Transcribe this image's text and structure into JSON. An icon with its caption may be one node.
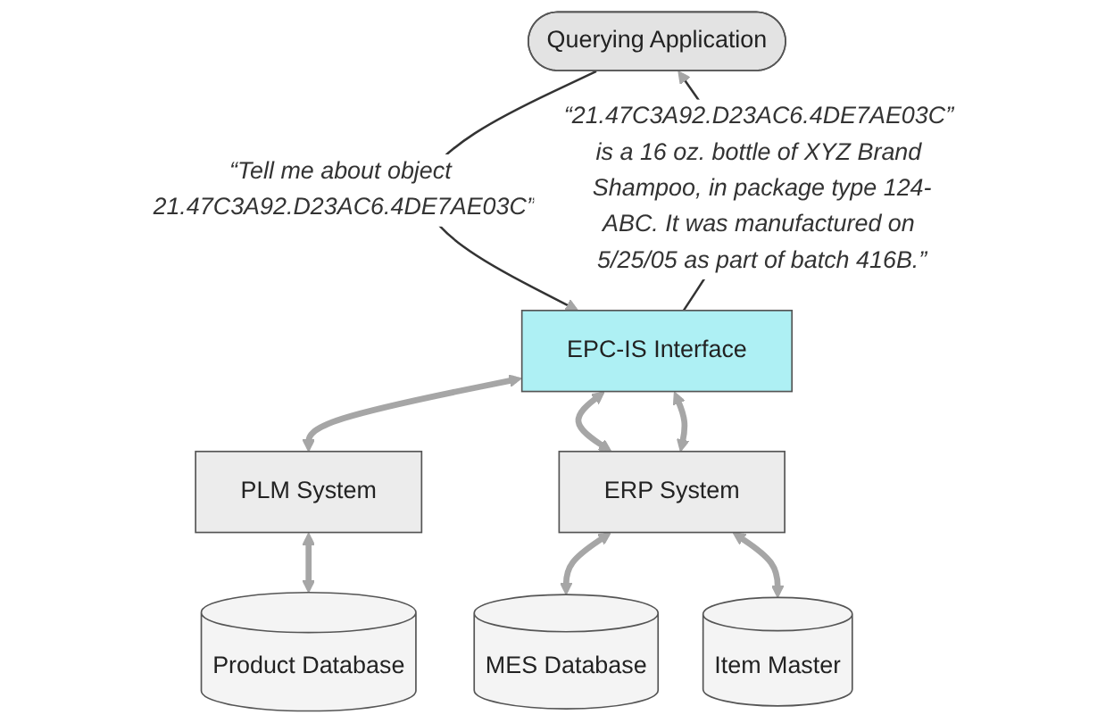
{
  "diagram": {
    "nodes": [
      {
        "text": [
          "Querying Application"
        ]
      },
      {
        "text": [
          "EPC-IS Interface"
        ]
      },
      {
        "text": [
          "PLM System"
        ]
      },
      {
        "text": [
          "ERP System"
        ]
      },
      {
        "text": [
          "Product Database"
        ]
      },
      {
        "text": [
          "MES Database"
        ]
      },
      {
        "text": [
          "Item Master"
        ]
      }
    ],
    "edges": [
      {
        "from": 0,
        "to": 1,
        "arrow": "to",
        "color": "#333333",
        "label": "“Tell me about object 21.47C3A92.D23AC6.4DE7AE03C”"
      },
      {
        "from": 1,
        "to": 0,
        "arrow": "to",
        "color": "#333333",
        "label": "“21.47C3A92.D23AC6.4DE7AE03C” is a 16 oz. bottle of XYZ Brand Shampoo, in package type 124-ABC. It was manufactured on 5/25/05 as part of batch 416B.”"
      },
      {
        "from": 1,
        "to": 2,
        "arrow": "both"
      },
      {
        "from": 1,
        "to": 3,
        "arrow": "both"
      },
      {
        "from": 1,
        "to": 3,
        "arrow": "both"
      },
      {
        "from": 2,
        "to": 4,
        "arrow": "both"
      },
      {
        "from": 3,
        "to": 5,
        "arrow": "both"
      },
      {
        "from": 3,
        "to": 6,
        "arrow": "both"
      }
    ]
  }
}
